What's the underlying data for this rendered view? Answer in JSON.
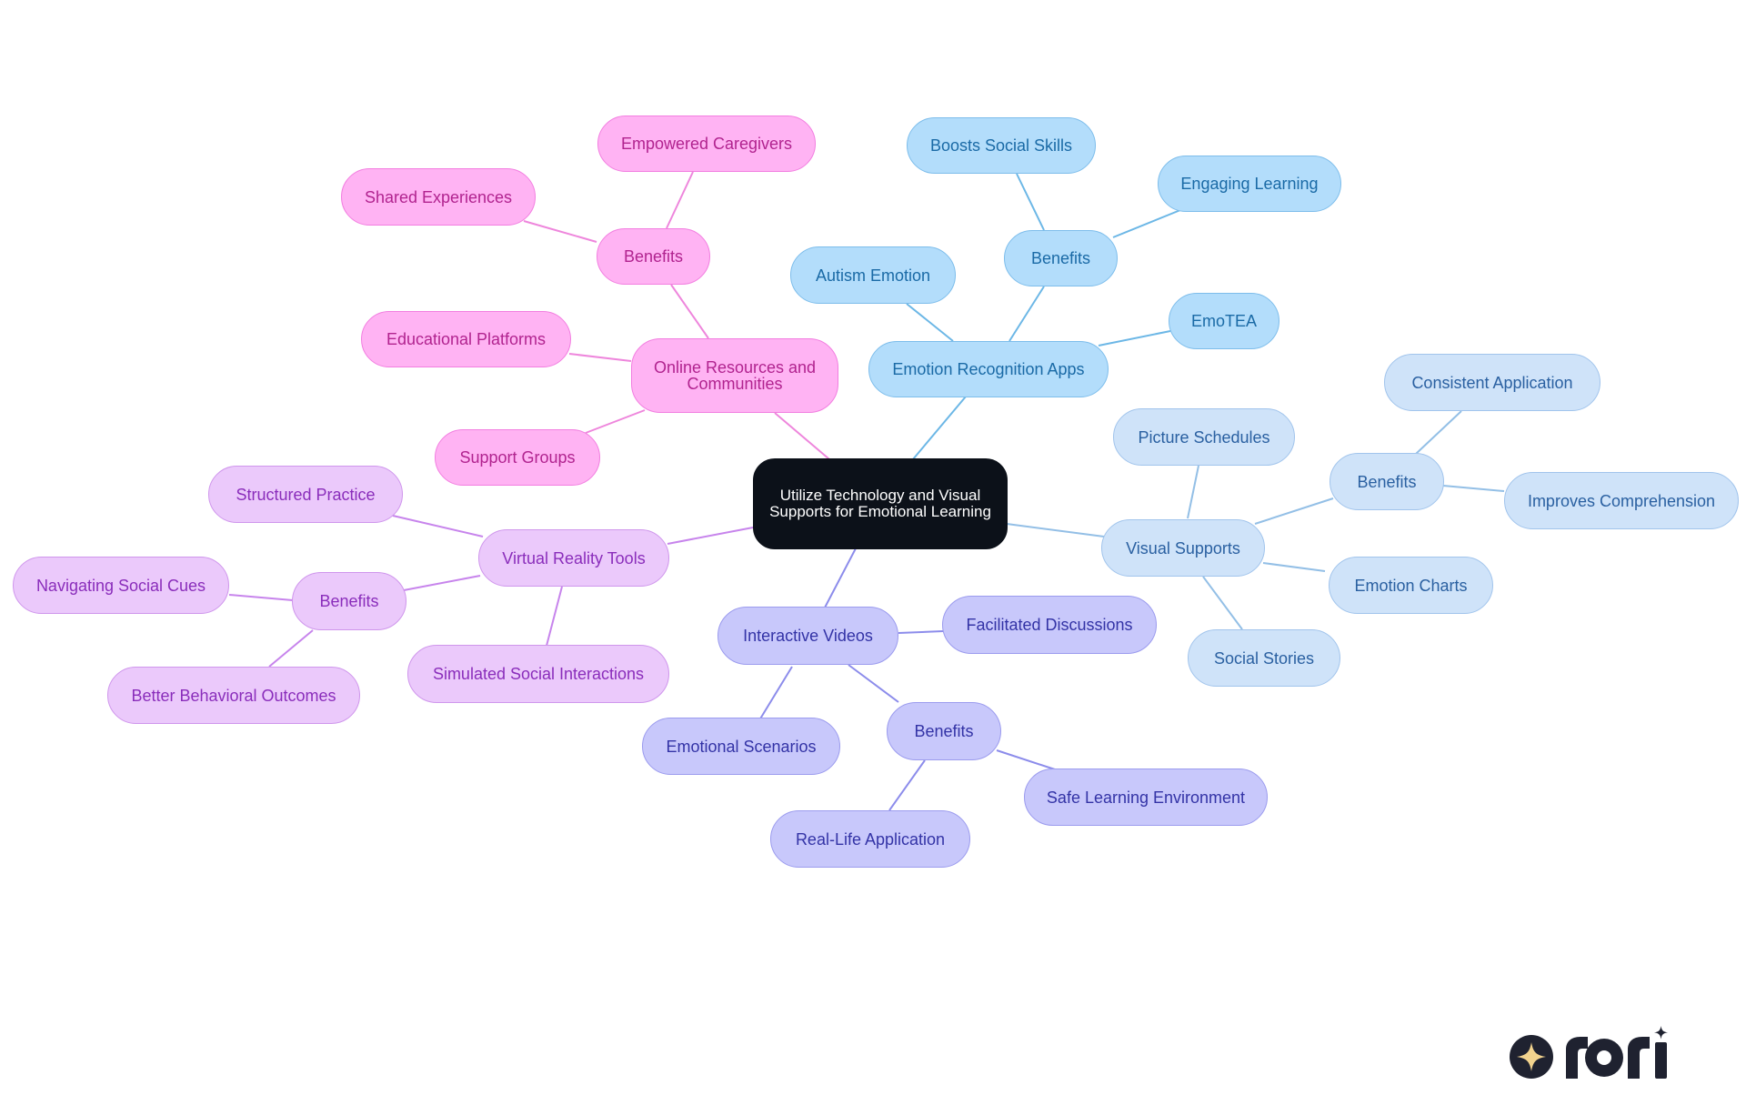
{
  "root": "Utilize Technology and Visual Supports for Emotional Learning",
  "branches": {
    "online": {
      "label": "Online Resources and Communities",
      "benefits": "Benefits",
      "benefit_items": [
        "Empowered Caregivers",
        "Shared Experiences"
      ],
      "items": [
        "Educational Platforms",
        "Support Groups"
      ]
    },
    "emotion_apps": {
      "label": "Emotion Recognition Apps",
      "benefits": "Benefits",
      "benefit_items": [
        "Boosts Social Skills",
        "Engaging Learning"
      ],
      "items": [
        "Autism Emotion",
        "EmoTEA"
      ]
    },
    "visual": {
      "label": "Visual Supports",
      "benefits": "Benefits",
      "benefit_items": [
        "Consistent Application",
        "Improves Comprehension"
      ],
      "items": [
        "Picture Schedules",
        "Emotion Charts",
        "Social Stories"
      ]
    },
    "vr": {
      "label": "Virtual Reality Tools",
      "benefits": "Benefits",
      "benefit_items": [
        "Navigating Social Cues",
        "Better Behavioral Outcomes"
      ],
      "items": [
        "Structured Practice",
        "Simulated Social Interactions"
      ]
    },
    "videos": {
      "label": "Interactive Videos",
      "benefits": "Benefits",
      "benefit_items": [
        "Safe Learning Environment",
        "Real-Life Application"
      ],
      "items": [
        "Facilitated Discussions",
        "Emotional Scenarios"
      ]
    }
  },
  "colors": {
    "pink_edge": "#ee86dc",
    "violet_edge": "#c784ec",
    "indigo_edge": "#8c8ceb",
    "sky_edge": "#6cb7e6",
    "steel_edge": "#93bfe6",
    "root_fill": "#0c1119",
    "logo_dark": "#1f2230",
    "logo_accent": "#f2d38e"
  },
  "logo": {
    "text": "rori",
    "icon": "sparkle-icon"
  }
}
